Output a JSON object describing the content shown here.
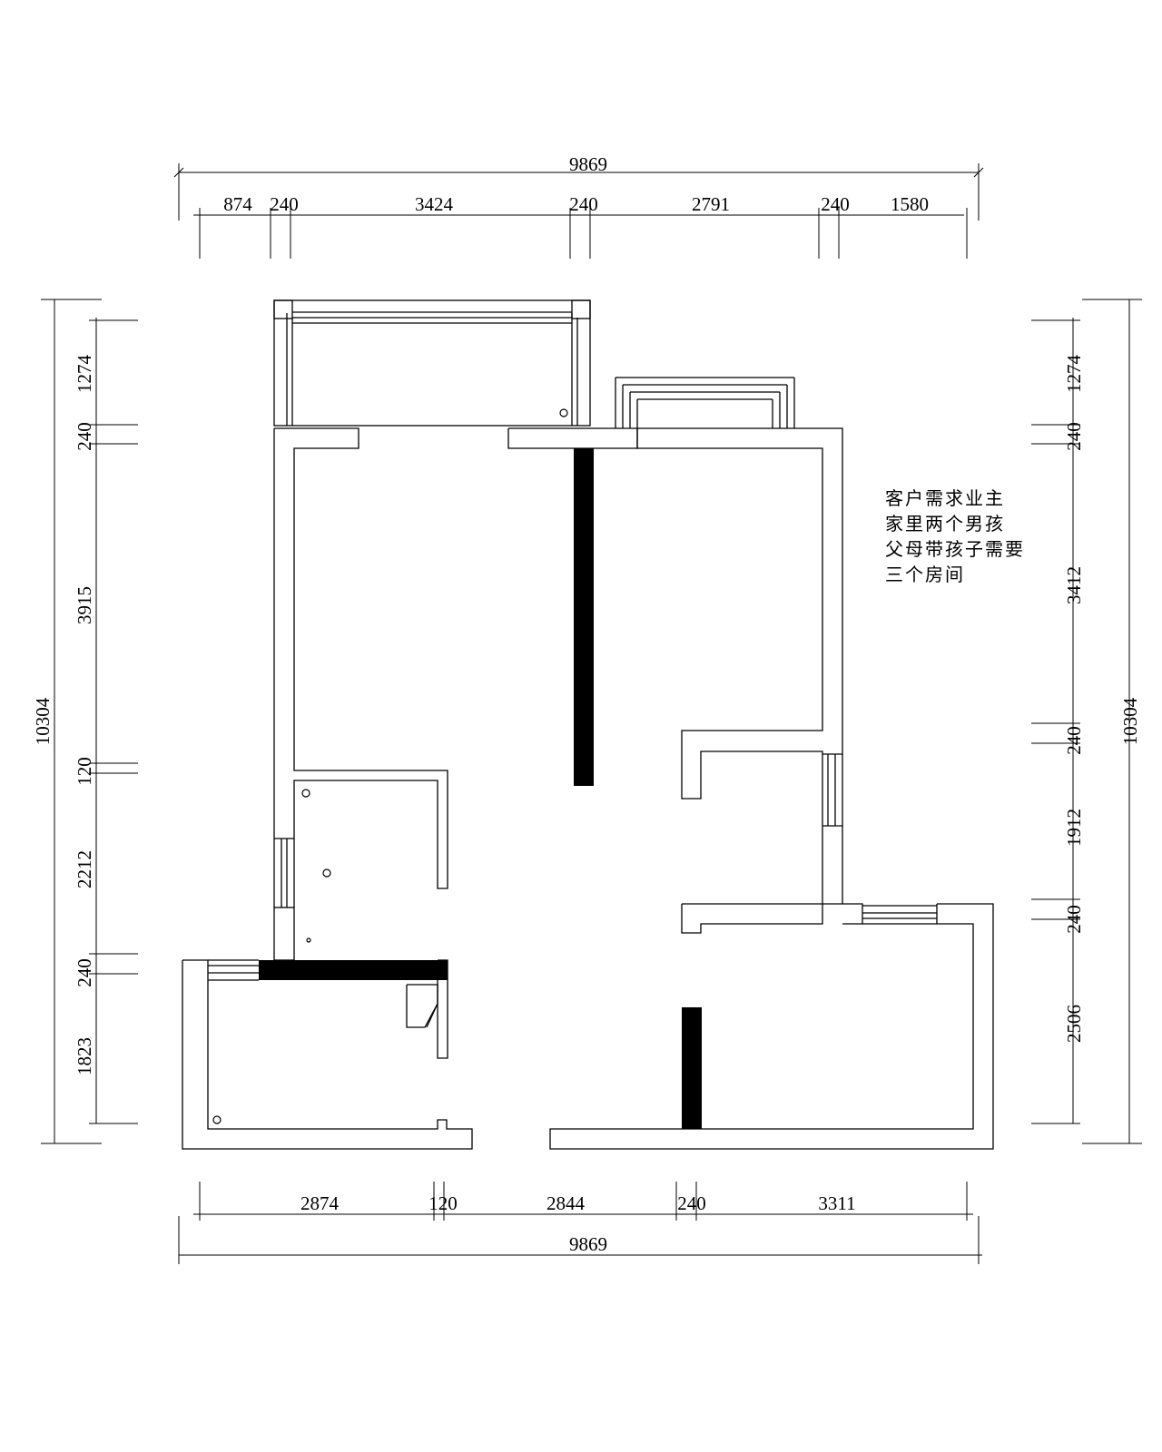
{
  "dimensions": {
    "top_total": "9869",
    "top_segments": [
      "874",
      "240",
      "3424",
      "240",
      "2791",
      "240",
      "1580"
    ],
    "bottom_segments": [
      "2874",
      "120",
      "2844",
      "240",
      "3311"
    ],
    "bottom_total": "9869",
    "left_total": "10304",
    "left_segments": [
      "1274",
      "240",
      "3915",
      "120",
      "2212",
      "240",
      "1823"
    ],
    "right_total": "10304",
    "right_segments": [
      "1274",
      "240",
      "3412",
      "240",
      "1912",
      "240",
      "2506"
    ]
  },
  "note": {
    "lines": [
      "客户需求业主",
      "家里两个男孩",
      "父母带孩子需要",
      "三个房间"
    ]
  }
}
